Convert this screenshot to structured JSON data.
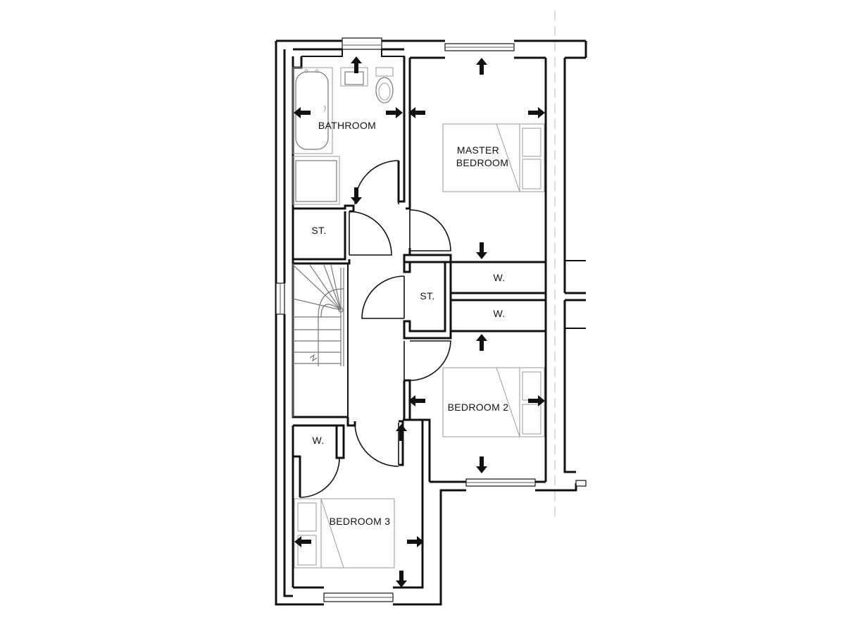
{
  "rooms": {
    "bathroom": "BATHROOM",
    "master_line1": "MASTER",
    "master_line2": "BEDROOM",
    "store_upper": "ST.",
    "store_middle": "ST.",
    "wardrobe_master": "W.",
    "wardrobe_bed2": "W.",
    "bedroom2": "BEDROOM 2",
    "wardrobe_bed3": "W.",
    "bedroom3": "BEDROOM 3"
  },
  "colors": {
    "wall": "#111111",
    "fixture": "#9a9a9a",
    "background": "#ffffff"
  }
}
